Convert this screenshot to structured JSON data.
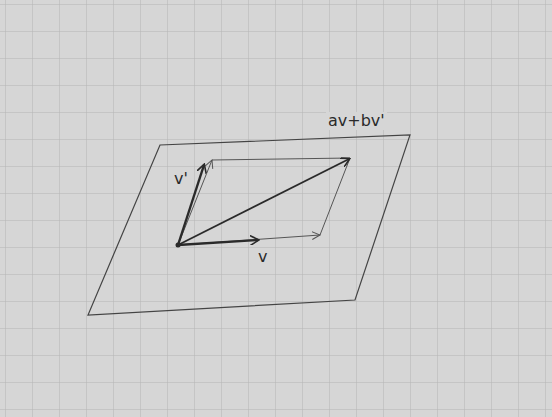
{
  "diagram": {
    "labels": [
      "v'",
      "v",
      "av+bv'"
    ]
  }
}
